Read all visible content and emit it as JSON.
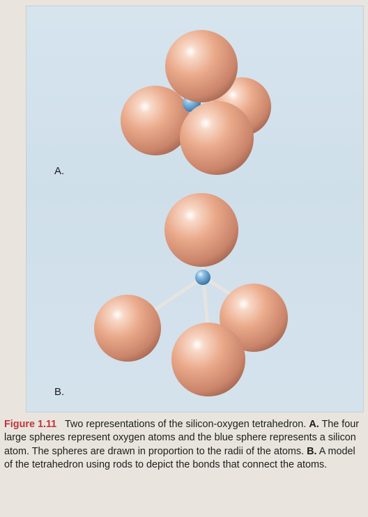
{
  "figure": {
    "panel_a_label": "A.",
    "panel_b_label": "B.",
    "colors": {
      "oxygen_sphere": "#e9a88a",
      "silicon_sphere": "#5b9ac9",
      "rod": "#e8e6e2",
      "figure_number": "#c0353a",
      "background": "#d4e2ec"
    }
  },
  "caption": {
    "figure_number": "Figure 1.11",
    "intro": "Two representations of the silicon-oxygen tetrahedron.",
    "a_label": "A.",
    "a_text": "The four large spheres represent oxygen atoms and the blue sphere represents a silicon atom. The spheres are drawn in proportion to the radii of the atoms.",
    "b_label": "B.",
    "b_text": "A model of the tetrahedron using rods to depict the bonds that connect the atoms."
  }
}
